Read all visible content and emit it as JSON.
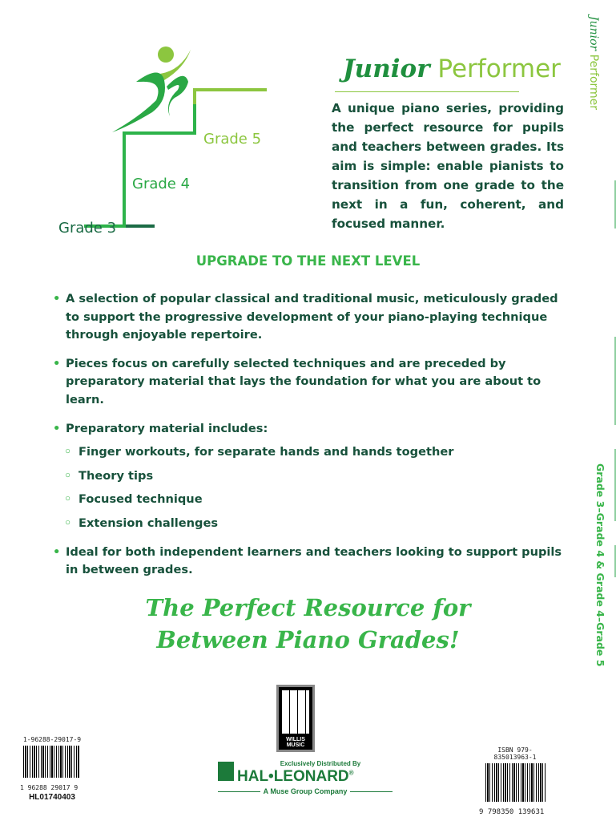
{
  "logo": {
    "grade5": "Grade 5",
    "grade4": "Grade 4",
    "grade3": "Grade 3"
  },
  "title": {
    "junior": "Junior",
    "performer": "Performer"
  },
  "intro": "A unique piano series, providing the perfect resource for pupils and teachers between grades. Its aim is simple: enable pianists to transition from one grade to the next in a fun, coherent, and focused manner.",
  "heading": "UPGRADE TO THE NEXT LEVEL",
  "bullets": [
    "A selection of popular classical and traditional music, meticulously graded to support the progressive development of your piano-playing technique through enjoyable repertoire.",
    "Pieces focus on carefully selected techniques and are preceded by preparatory material that lays the foundation for what you are about to learn.",
    "Preparatory material includes:",
    "Ideal for both independent learners and teachers looking to support pupils in between grades."
  ],
  "sub_bullets": [
    "Finger workouts, for separate hands and hands together",
    "Theory tips",
    "Focused technique",
    "Extension challenges"
  ],
  "tagline": {
    "line1": "The Perfect Resource for",
    "line2": "Between Piano Grades!"
  },
  "spine": {
    "junior": "Junior",
    "performer": "Performer",
    "grades": "Grade 3–Grade 4 & Grade 4–Grade 5"
  },
  "barcode_left": {
    "top": "1-96288-29017-9",
    "digits": "1  96288  29017  9",
    "code": "HL01740403"
  },
  "barcode_right": {
    "isbn": "ISBN 979-835013963-1",
    "digits": "9 798350 139631"
  },
  "publisher": {
    "willis": "WILLIS MUSIC",
    "distributed": "Exclusively Distributed By",
    "hal": "HAL•LEONARD",
    "registered": "®",
    "muse": "A Muse Group Company"
  },
  "colors": {
    "dark": "#17513b",
    "green": "#39b54a",
    "light": "#8cc63f"
  }
}
